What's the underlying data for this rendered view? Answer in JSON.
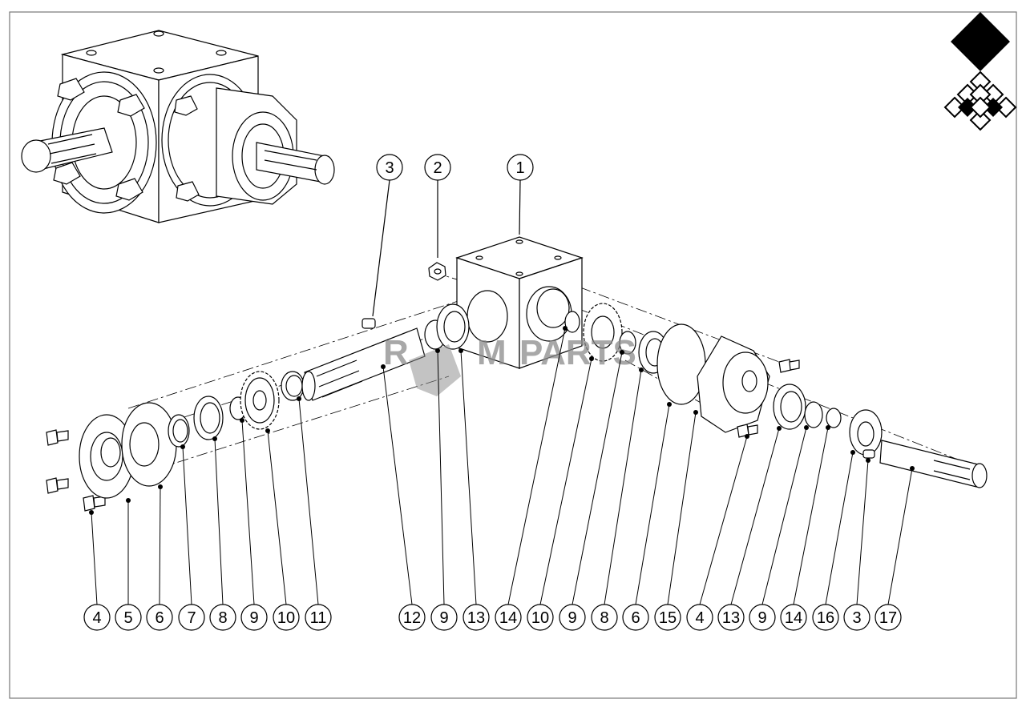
{
  "watermark": {
    "text_left": "R",
    "text_mid": "M",
    "text_right": "PARTS"
  },
  "callouts_top": [
    "3",
    "2",
    "1"
  ],
  "callouts_bottom": [
    "4",
    "5",
    "6",
    "7",
    "8",
    "9",
    "10",
    "11",
    "12",
    "9",
    "13",
    "14",
    "10",
    "9",
    "8",
    "6",
    "15",
    "4",
    "13",
    "9",
    "14",
    "16",
    "3",
    "17"
  ],
  "colors": {
    "line": "#000000",
    "watermark": "#8c8c8c",
    "frame": "#777777"
  }
}
